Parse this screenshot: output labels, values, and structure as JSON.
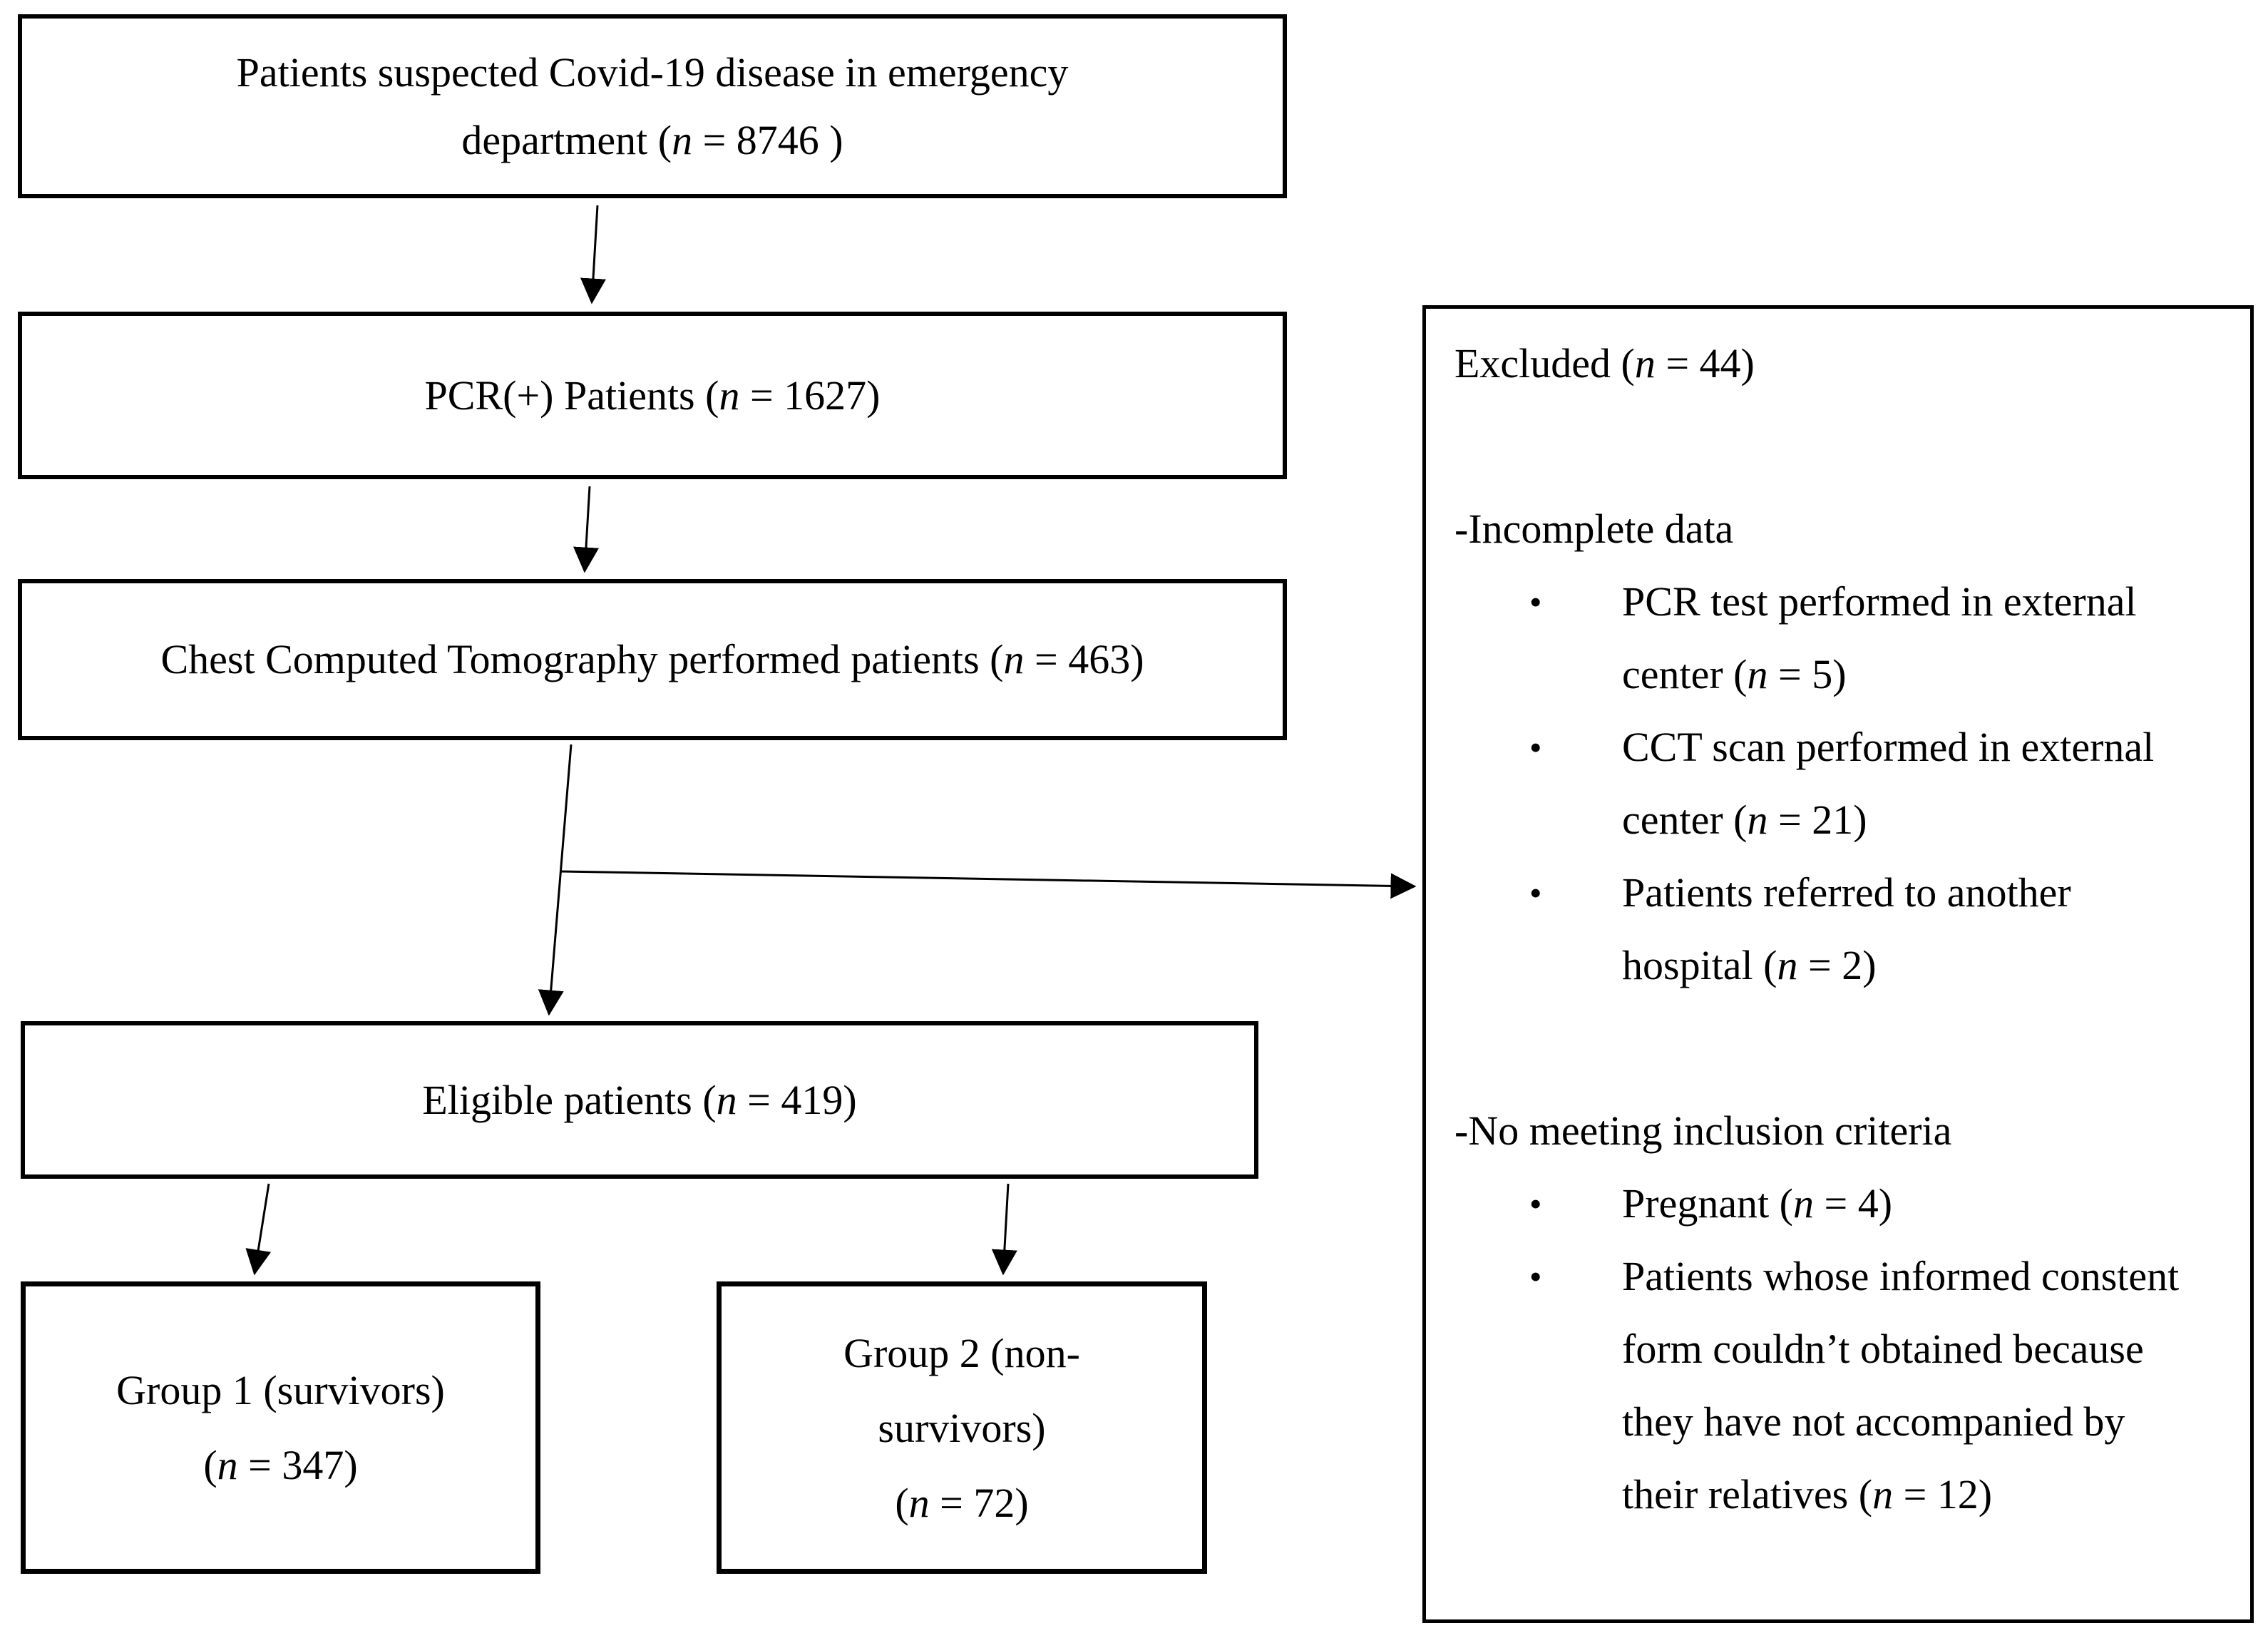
{
  "diagram": {
    "boxes": {
      "suspected": {
        "line1": "Patients suspected Covid-19 disease in emergency",
        "line2": "department (n = 8746 )"
      },
      "pcr": {
        "text": "PCR(+) Patients (n = 1627)"
      },
      "cct": {
        "text": "Chest Computed Tomography performed patients (n = 463)"
      },
      "eligible": {
        "text": "Eligible patients (n = 419)"
      },
      "group1": {
        "line1": "Group 1 (survivors)",
        "line2": "(n = 347)"
      },
      "group2": {
        "line1": "Group 2 (non-",
        "line2": "survivors)",
        "line3": "(n = 72)"
      }
    },
    "excluded": {
      "title": "Excluded (n = 44)",
      "bullet_glyph": "•",
      "sections": [
        {
          "heading": "-Incomplete data",
          "items": [
            "PCR test performed in external center (n = 5)",
            "CCT scan performed in external center (n = 21)",
            "Patients referred to another hospital (n = 2)"
          ]
        },
        {
          "heading": "-No meeting inclusion criteria",
          "items": [
            "Pregnant (n = 4)",
            "Patients whose informed constent form couldn’t obtained because they have not accompanied by their relatives (n = 12)"
          ]
        }
      ]
    },
    "colors": {
      "ink": "#000000",
      "background": "#ffffff"
    }
  }
}
